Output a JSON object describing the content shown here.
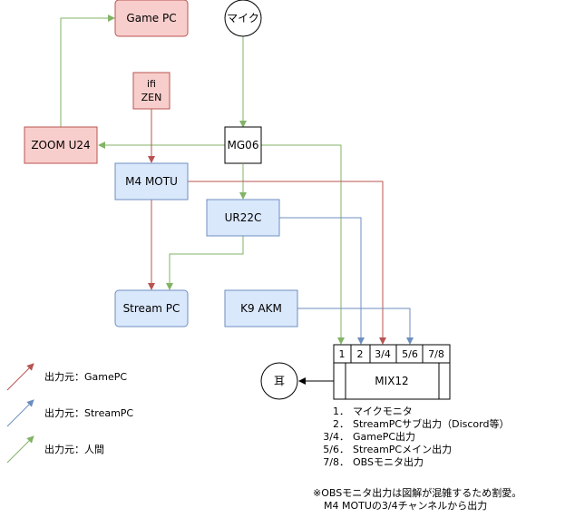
{
  "nodes": {
    "game_pc": "Game PC",
    "mic": "マイク",
    "ifi_line1": "ifi",
    "ifi_line2": "ZEN",
    "zoom": "ZOOM U24",
    "mg06": "MG06",
    "m4": "M4 MOTU",
    "ur22c": "UR22C",
    "stream_pc": "Stream PC",
    "k9": "K9 AKM",
    "mix12": "MIX12",
    "ear": "耳"
  },
  "mix_channels": [
    "1",
    "2",
    "3/4",
    "5/6",
    "7/8"
  ],
  "legend": [
    {
      "label": "出力元：GamePC",
      "color": "#b85450"
    },
    {
      "label": "出力元：StreamPC",
      "color": "#6c8ebf"
    },
    {
      "label": "出力元：人間",
      "color": "#82b366"
    }
  ],
  "channel_notes": [
    {
      "num": "1．",
      "text": "マイクモニタ"
    },
    {
      "num": "2．",
      "text": "StreamPCサブ出力（Discord等）"
    },
    {
      "num": "3/4．",
      "text": "GamePC出力"
    },
    {
      "num": "5/6．",
      "text": "StreamPCメイン出力"
    },
    {
      "num": "7/8．",
      "text": "OBSモニタ出力"
    }
  ],
  "footnote": {
    "line1": "※OBSモニタ出力は図解が混雑するため割愛。",
    "line2": "M4 MOTUの3/4チャンネルから出力"
  },
  "colors": {
    "red_fill": "#f8cecc",
    "red_stroke": "#b85450",
    "blue_fill": "#dae8fc",
    "blue_stroke": "#6c8ebf",
    "green": "#82b366"
  }
}
